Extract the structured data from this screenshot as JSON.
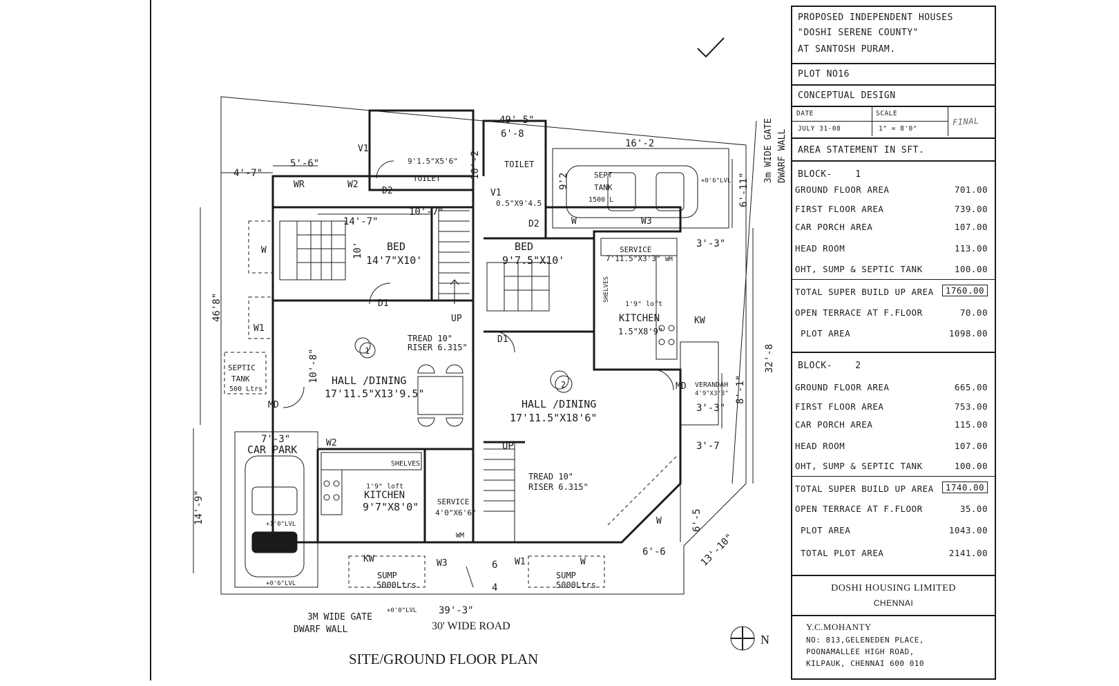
{
  "plan": {
    "title": "SITE/GROUND FLOOR PLAN",
    "road": "30' WIDE ROAD",
    "gate_left": [
      "3M WIDE GATE",
      "DWARF WALL"
    ],
    "gate_right": [
      "3m WIDE GATE",
      "DWARF WALL"
    ],
    "north": "N",
    "lvl_road": "+0'0\"LVL",
    "dims": {
      "top": "49'-5\"",
      "top_right": "16'-2",
      "bottom": "39'-3\"",
      "left_46": "46'8\"",
      "left_14": "14'-9\"",
      "right_32": "32'-8",
      "w_4_7": "4'-7\"",
      "w_5_6": "5'-6\"",
      "w_14_7": "14'-7\"",
      "w_10_7": "10'-7\"",
      "w_6_8": "6'-8",
      "w_10_2": "10'-2",
      "w_6_11": "6'-11\"",
      "w_3_3a": "3'-3\"",
      "w_3_3b": "3'-3\"",
      "w_3_7": "3'-7",
      "w_8_1": "8'-1\"",
      "w_6_5": "6'-5",
      "w_6_6": "6'-6",
      "w_13_10": "13'-10\"",
      "w_7_3": "7'-3\"",
      "w_10_8": "10'-8\"",
      "w_10": "10'",
      "w_9_2": "9'2",
      "w_6": "6",
      "w_4": "4"
    },
    "block1": {
      "toilet1": "TOILET",
      "toilet1_size": "9'1.5\"X5'6\"",
      "bed": "BED",
      "bed_size": "14'7\"X10'",
      "hall": "HALL /DINING",
      "hall_size": "17'11.5\"X13'9.5\"",
      "tread": "TREAD 10\"",
      "riser": "RISER 6.315\"",
      "up": "UP",
      "kitchen": "KITCHEN",
      "kitchen_size": "9'7\"X8'0\"",
      "loft": "1'9\" loft",
      "shelves": "SHELVES",
      "service": "SERVICE",
      "service_size": "4'0\"X6'6\"",
      "wm": "WM",
      "car_park": "CAR PARK",
      "car_lvl": "+1'0\"LVL",
      "car_lvl2": "+0'6\"LVL",
      "septic": [
        "SEPTIC",
        "TANK",
        "500 Ltrs"
      ],
      "sump": [
        "SUMP",
        "5000Ltrs"
      ],
      "number": "1"
    },
    "block2": {
      "toilet": "TOILET",
      "toilet_size": "0.5\"X9'4.5",
      "bed": "BED",
      "bed_size": "9'7.5\"X10'",
      "hall": "HALL /DINING",
      "hall_size": "17'11.5\"X18'6\"",
      "tread": "TREAD 10\"",
      "riser": "RISER 6.315\"",
      "up": "UP",
      "kitchen": "KITCHEN",
      "kitchen_size": "1.5\"X8'9\"",
      "loft": "1'9\" loft",
      "shelves": "SHELVES",
      "service": "SERVICE",
      "service_size": "7'11.5\"X3'3\"",
      "wm": "WM",
      "septic": [
        "SEPT",
        "TANK",
        "1500 L"
      ],
      "sump": [
        "SUMP",
        "5000Ltrs"
      ],
      "verandah": "VERANDAH",
      "verandah_size": "4'9\"X3'3\"",
      "lvl": "+0'6\"LVL",
      "number": "2"
    },
    "tags": {
      "V1": "V1",
      "W2": "W2",
      "WR": "WR",
      "D2": "D2",
      "D1": "D1",
      "W": "W",
      "W1": "W1",
      "MD": "MD",
      "KW": "KW",
      "W3": "W3"
    }
  },
  "title_block": {
    "project": [
      "PROPOSED INDEPENDENT HOUSES",
      "\"DOSHI SERENE COUNTY\"",
      "AT SANTOSH PURAM."
    ],
    "plot": "PLOT NO16",
    "design": "CONCEPTUAL DESIGN",
    "date_label": "DATE",
    "date": "JULY   31-08",
    "scale_label": "SCALE",
    "scale": "1\" = 8'0\"",
    "stamp": "FINAL",
    "area_title": "AREA STATEMENT   IN SFT.",
    "block1_title": "BLOCK-",
    "block1_num": "1",
    "block1_rows": [
      {
        "label": "GROUND FLOOR  AREA",
        "value": "701.00"
      },
      {
        "label": "FIRST FLOOR  AREA",
        "value": "739.00"
      },
      {
        "label": "CAR PORCH AREA",
        "value": "107.00"
      },
      {
        "label": "HEAD ROOM",
        "value": "113.00"
      },
      {
        "label": "OHT, SUMP & SEPTIC TANK",
        "value": "100.00"
      },
      {
        "label": "TOTAL SUPER BUILD UP AREA",
        "value": "1760.00"
      },
      {
        "label": "OPEN TERRACE AT F.FLOOR",
        "value": "70.00"
      },
      {
        "label": "PLOT AREA",
        "value": "1098.00"
      }
    ],
    "block2_title": "BLOCK-",
    "block2_num": "2",
    "block2_rows": [
      {
        "label": "GROUND FLOOR  AREA",
        "value": "665.00"
      },
      {
        "label": "FIRST FLOOR  AREA",
        "value": "753.00"
      },
      {
        "label": "CAR PORCH AREA",
        "value": "115.00"
      },
      {
        "label": "HEAD ROOM",
        "value": "107.00"
      },
      {
        "label": "OHT, SUMP & SEPTIC TANK",
        "value": "100.00"
      },
      {
        "label": "TOTAL SUPER BUILD UP AREA",
        "value": "1740.00"
      },
      {
        "label": "OPEN TERRACE AT F.FLOOR",
        "value": "35.00"
      },
      {
        "label": "PLOT AREA",
        "value": "1043.00"
      },
      {
        "label": "TOTAL PLOT AREA",
        "value": "2141.00"
      }
    ],
    "company": "DOSHI HOUSING LIMITED",
    "city": "CHENNAI",
    "architect": "Y.C.MOHANTY",
    "address": [
      "NO: 813,GELENEDEN PLACE,",
      "POONAMALLEE HIGH ROAD,",
      "KILPAUK, CHENNAI 600 010"
    ]
  }
}
